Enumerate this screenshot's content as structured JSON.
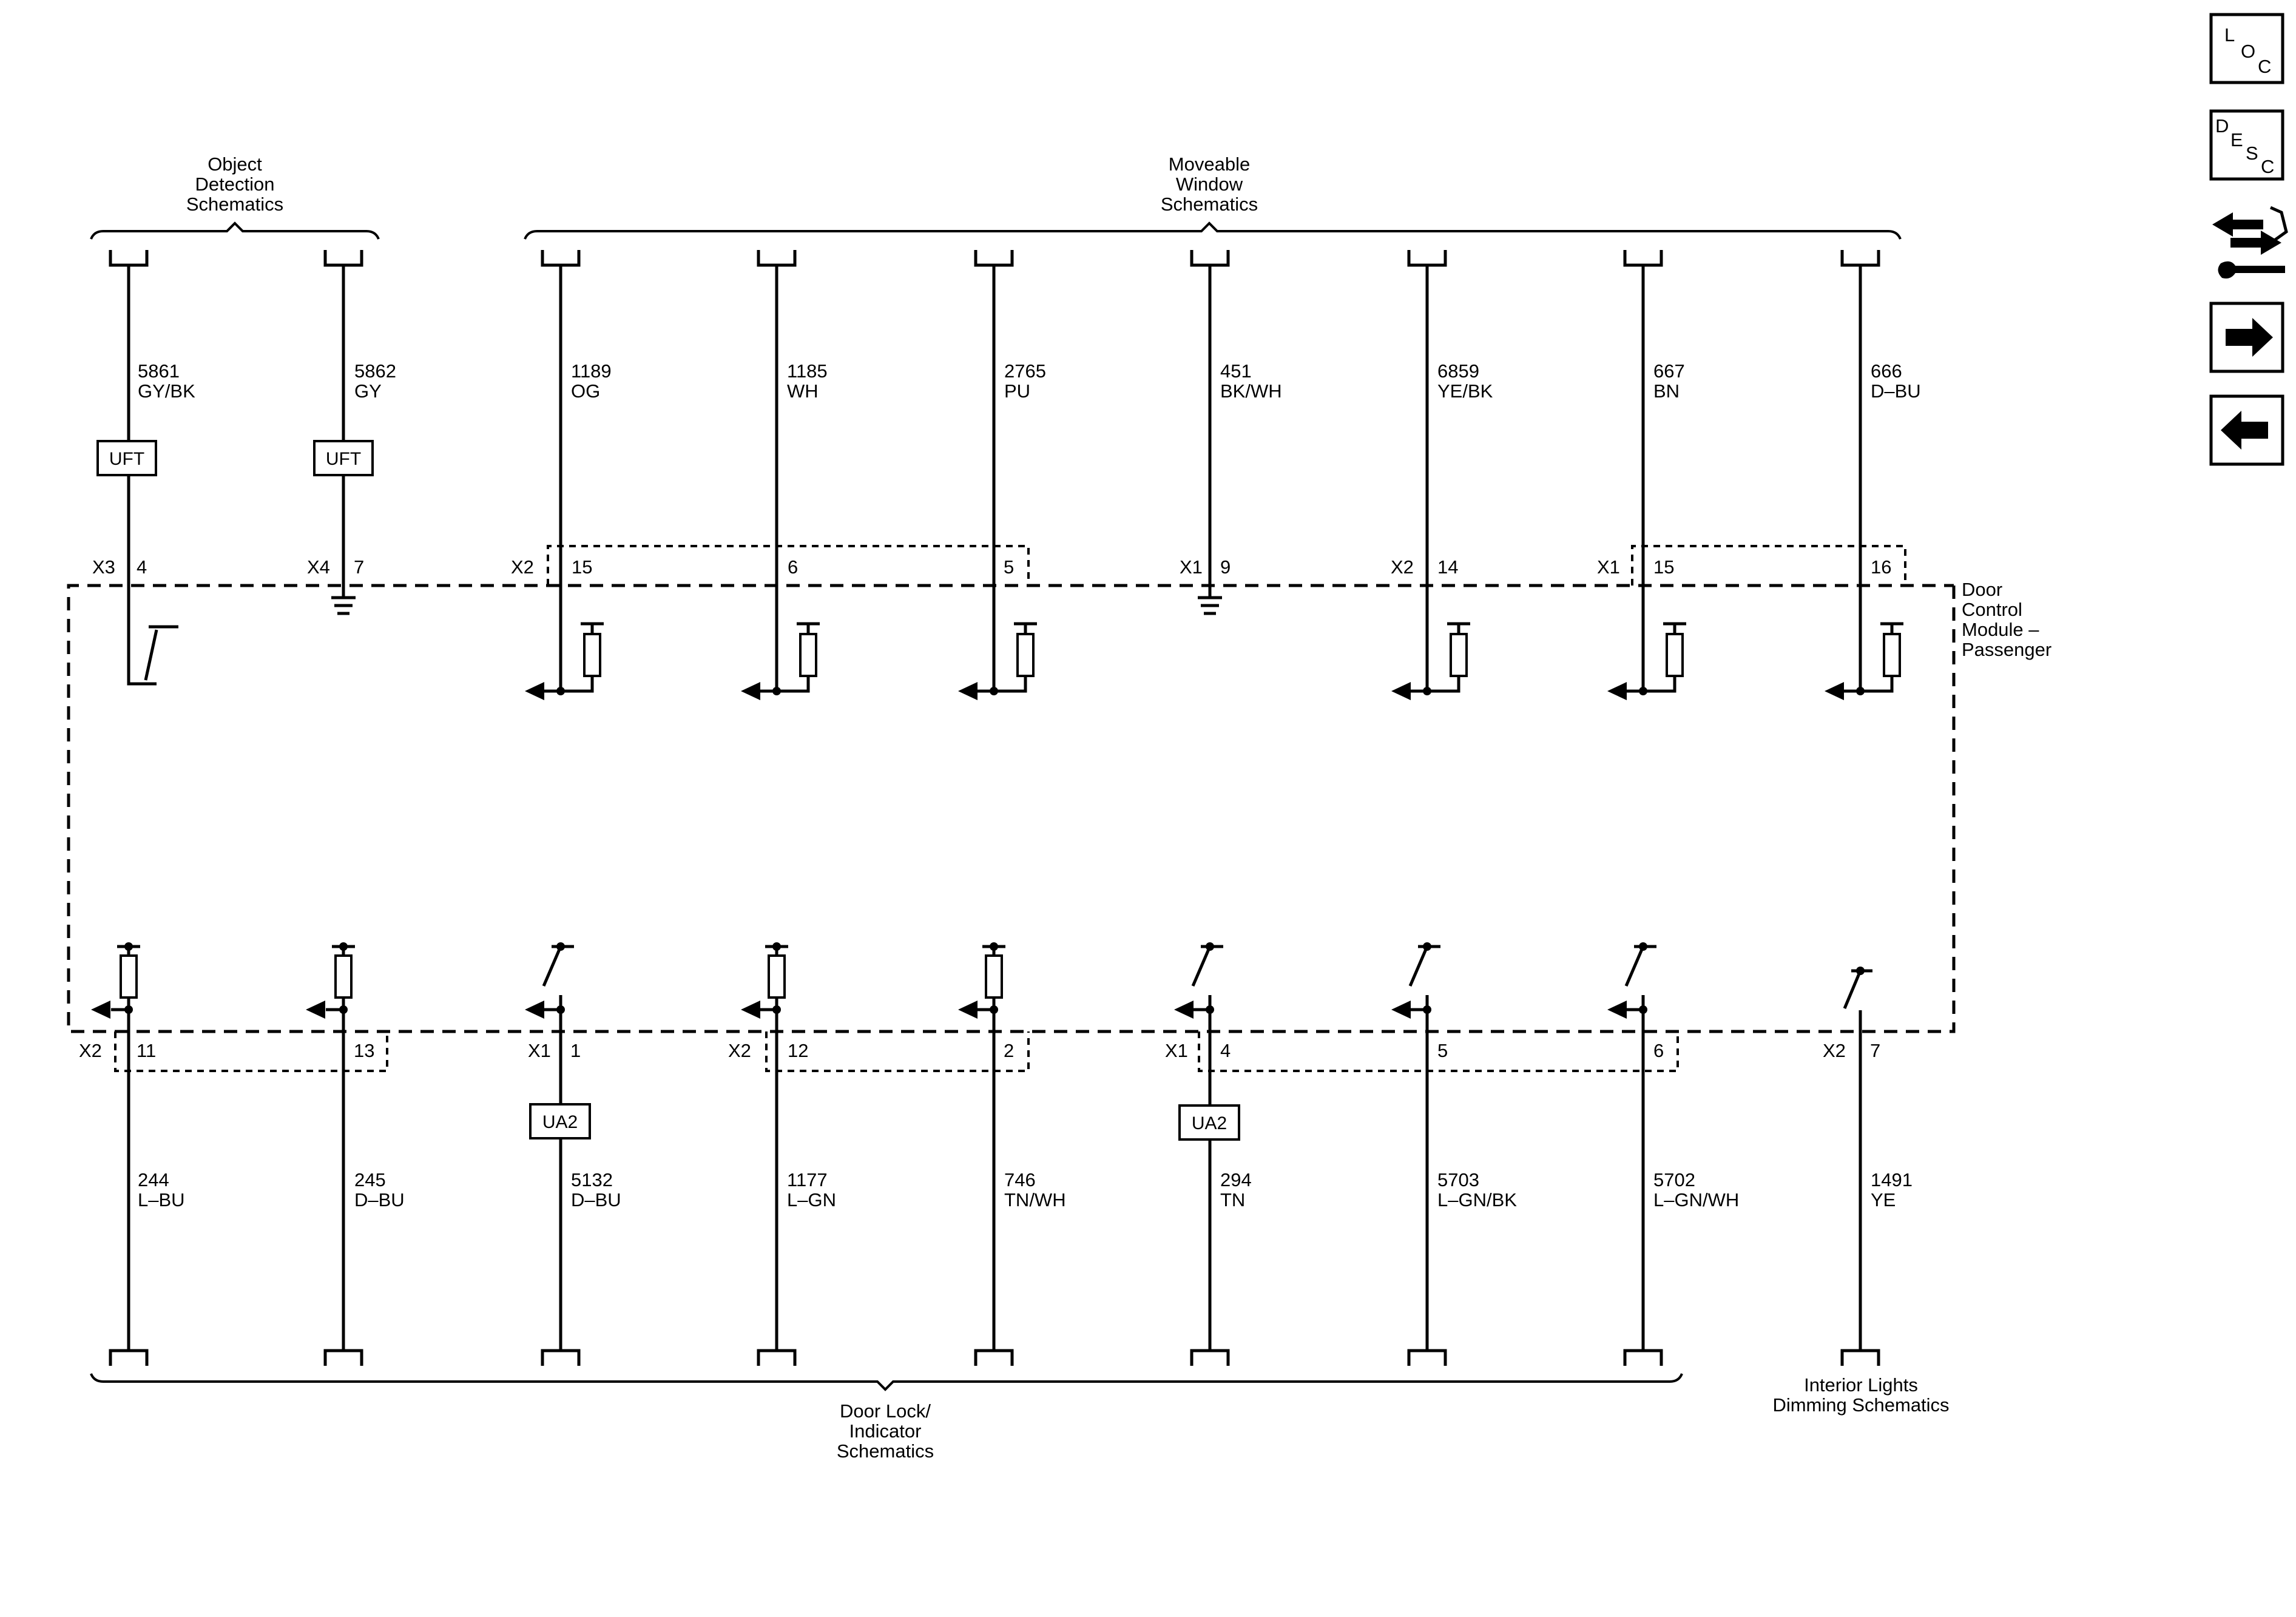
{
  "groups": {
    "object_detection": [
      "Object",
      "Detection",
      "Schematics"
    ],
    "moveable_window": [
      "Moveable",
      "Window",
      "Schematics"
    ],
    "door_lock": [
      "Door Lock/",
      "Indicator",
      "Schematics"
    ],
    "interior_lights": [
      "Interior Lights",
      "Dimming Schematics"
    ]
  },
  "module": [
    "Door",
    "Control",
    "Module –",
    "Passenger"
  ],
  "top_wires": [
    {
      "circuit": "5861",
      "color": "GY/BK",
      "connector": "X3",
      "pin": "4",
      "inline": "UFT"
    },
    {
      "circuit": "5862",
      "color": "GY",
      "connector": "X4",
      "pin": "7",
      "inline": "UFT"
    },
    {
      "circuit": "1189",
      "color": "OG",
      "connector": "X2",
      "pin": "15"
    },
    {
      "circuit": "1185",
      "color": "WH",
      "connector": "",
      "pin": "6"
    },
    {
      "circuit": "2765",
      "color": "PU",
      "connector": "",
      "pin": "5"
    },
    {
      "circuit": "451",
      "color": "BK/WH",
      "connector": "X1",
      "pin": "9"
    },
    {
      "circuit": "6859",
      "color": "YE/BK",
      "connector": "X2",
      "pin": "14"
    },
    {
      "circuit": "667",
      "color": "BN",
      "connector": "X1",
      "pin": "15"
    },
    {
      "circuit": "666",
      "color": "D–BU",
      "connector": "",
      "pin": "16"
    }
  ],
  "bottom_wires": [
    {
      "circuit": "244",
      "color": "L–BU",
      "connector": "X2",
      "pin": "11"
    },
    {
      "circuit": "245",
      "color": "D–BU",
      "connector": "",
      "pin": "13"
    },
    {
      "circuit": "5132",
      "color": "D–BU",
      "connector": "X1",
      "pin": "1",
      "inline": "UA2"
    },
    {
      "circuit": "1177",
      "color": "L–GN",
      "connector": "X2",
      "pin": "12"
    },
    {
      "circuit": "746",
      "color": "TN/WH",
      "connector": "",
      "pin": "2"
    },
    {
      "circuit": "294",
      "color": "TN",
      "connector": "X1",
      "pin": "4",
      "inline": "UA2"
    },
    {
      "circuit": "5703",
      "color": "L–GN/BK",
      "connector": "",
      "pin": "5"
    },
    {
      "circuit": "5702",
      "color": "L–GN/WH",
      "connector": "",
      "pin": "6"
    },
    {
      "circuit": "1491",
      "color": "YE",
      "connector": "X2",
      "pin": "7"
    }
  ],
  "nav": {
    "loc": [
      "L",
      "O",
      "C"
    ],
    "desc": [
      "D",
      "E",
      "S",
      "C"
    ],
    "icons": [
      "connector-repair-icon",
      "arrow-right-icon",
      "arrow-left-icon"
    ]
  }
}
